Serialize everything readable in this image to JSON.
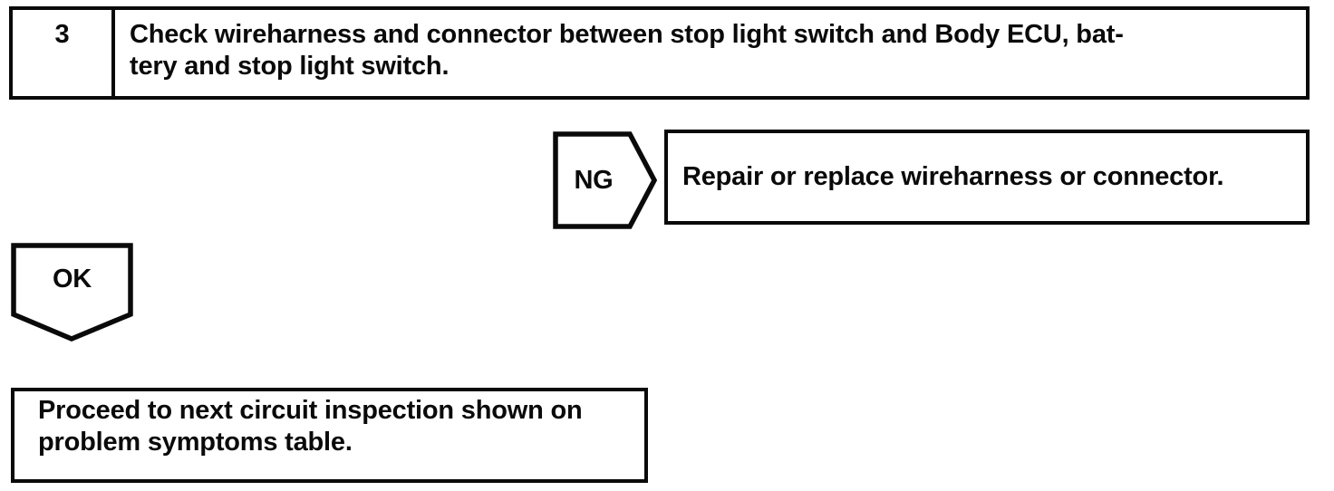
{
  "page": {
    "background_color": "#ffffff",
    "ink_color": "#0a0a0a"
  },
  "step": {
    "number": "3",
    "instruction_line1": "Check wireharness and connector between stop light switch and Body ECU, bat-",
    "instruction_line2": "tery and stop light switch."
  },
  "ng_branch": {
    "label": "NG",
    "action": "Repair or replace wireharness or connector."
  },
  "ok_branch": {
    "label": "OK",
    "action_line1": "Proceed to next circuit inspection shown on",
    "action_line2": "problem symptoms table."
  }
}
